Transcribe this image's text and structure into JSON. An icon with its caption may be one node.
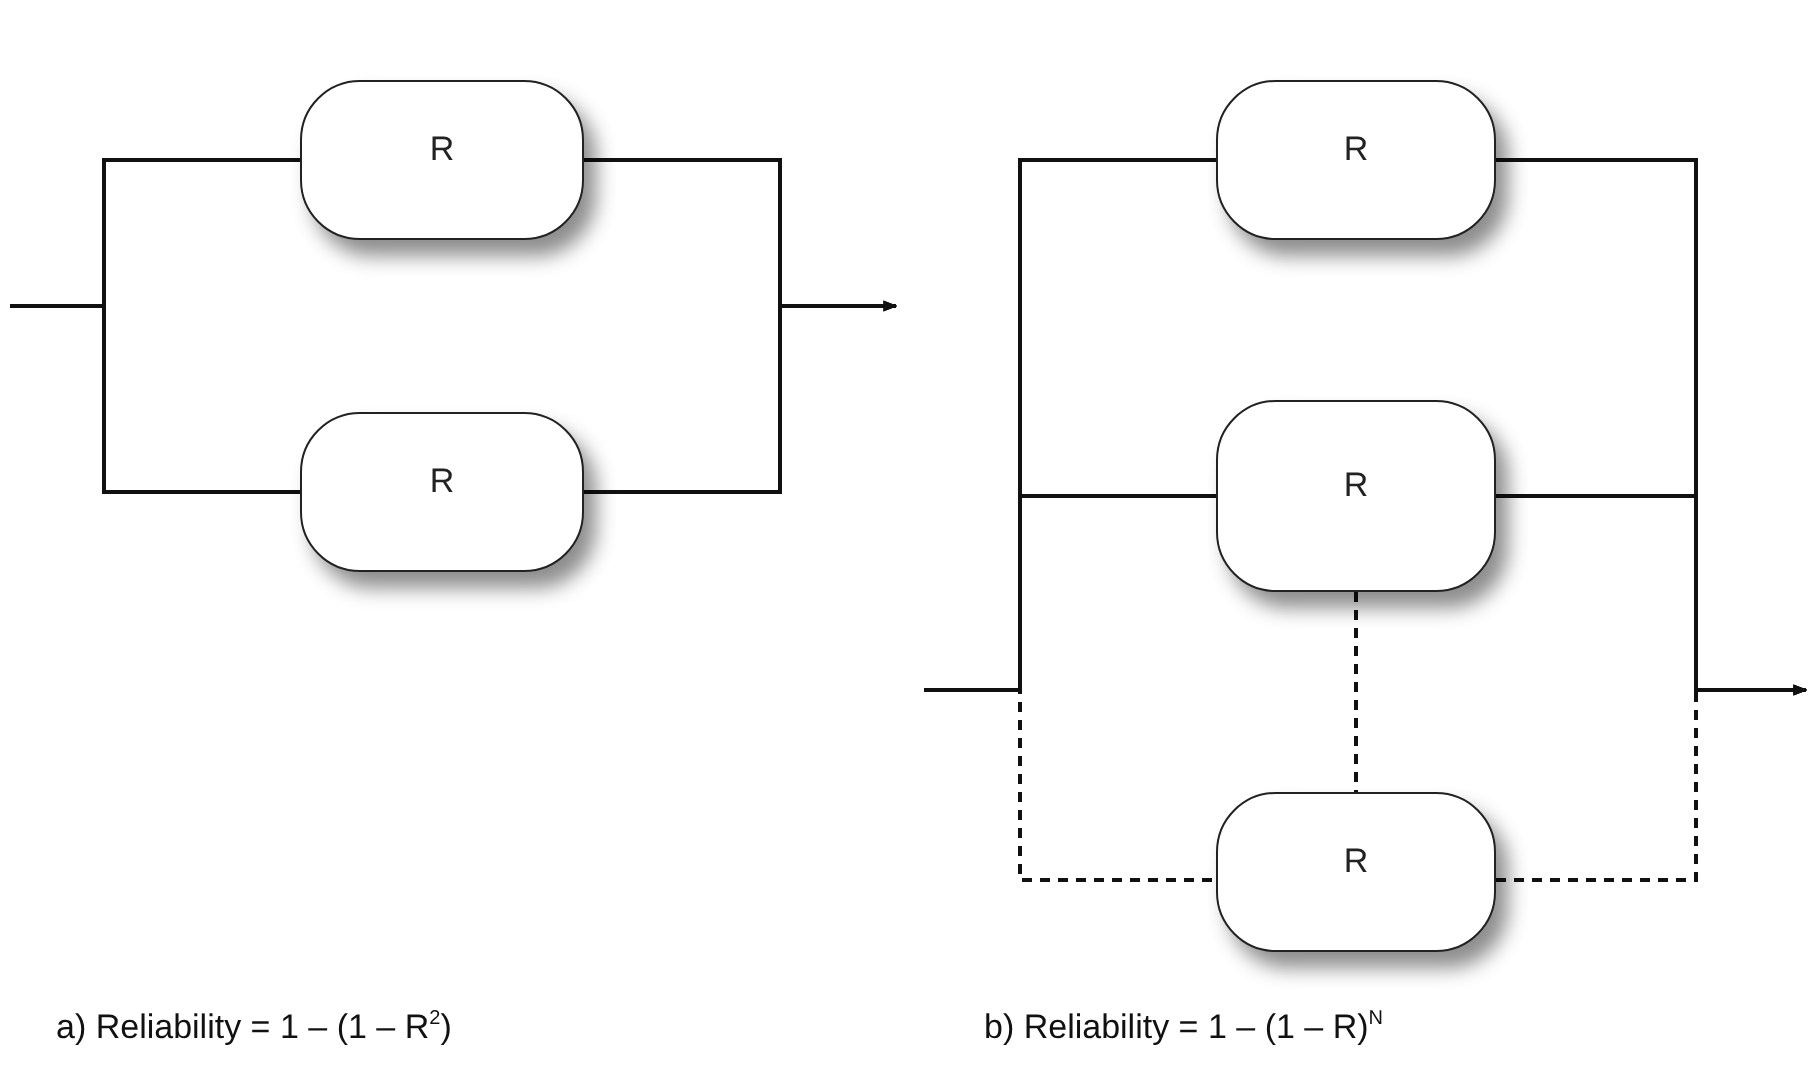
{
  "diagram": {
    "nodes": [
      {
        "text": [
          "R"
        ]
      },
      {
        "text": [
          "R"
        ]
      },
      {
        "text": [
          "R"
        ]
      },
      {
        "text": [
          "R"
        ]
      },
      {
        "text": [
          "R"
        ]
      }
    ],
    "edges": [
      {
        "from": null,
        "to": 0,
        "arrow": "none"
      },
      {
        "from": null,
        "to": 1,
        "arrow": "none"
      },
      {
        "from": 0,
        "to": null,
        "arrow": "to"
      },
      {
        "from": 1,
        "to": null,
        "arrow": "to"
      },
      {
        "from": null,
        "to": 2,
        "arrow": "none"
      },
      {
        "from": null,
        "to": 3,
        "arrow": "none"
      },
      {
        "from": null,
        "to": 4,
        "arrow": "none",
        "style": "dashed"
      },
      {
        "from": 2,
        "to": null,
        "arrow": "to"
      },
      {
        "from": 3,
        "to": null,
        "arrow": "to"
      },
      {
        "from": 4,
        "to": null,
        "arrow": "to",
        "style": "dashed"
      },
      {
        "from": 3,
        "to": 4,
        "arrow": "none",
        "style": "dashed"
      }
    ],
    "labels": [
      "a) Reliability = 1 – (1 – R$^{2}$)",
      "b) Reliability = 1 – (1 – R)$^{N}$"
    ]
  }
}
